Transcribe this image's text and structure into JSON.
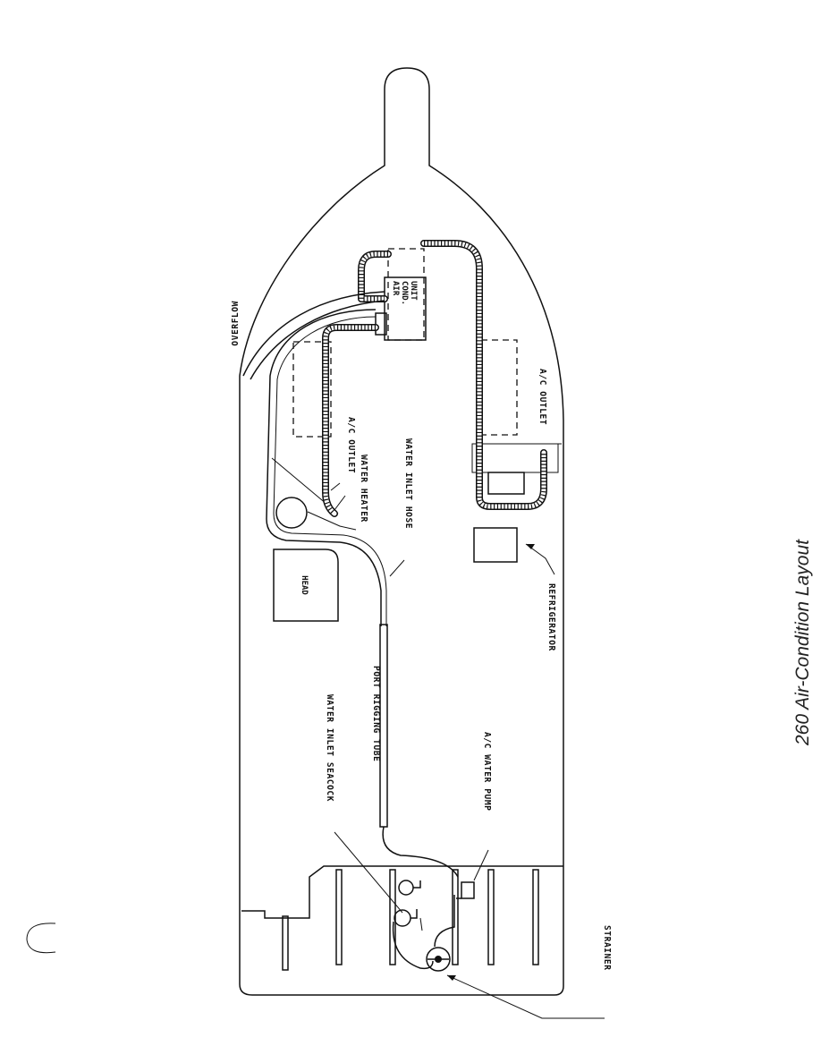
{
  "title": "260 Air-Condition Layout",
  "labels": {
    "overflow": "OVERFLOW",
    "air_cond_unit": [
      "AIR",
      "COND.",
      "UNIT"
    ],
    "ac_outlet_port": "A/C OUTLET",
    "ac_outlet_starboard": "A/C OUTLET",
    "water_heater": "WATER HEATER",
    "water_inlet_hose": "WATER INLET HOSE",
    "head": "HEAD",
    "refrigerator": "REFRIGERATOR",
    "port_rigging_tube": "PORT RIGGING TUBE",
    "water_inlet_seacock": "WATER INLET SEACOCK",
    "ac_water_pump": "A/C WATER PUMP",
    "strainer": "STRAINER"
  }
}
